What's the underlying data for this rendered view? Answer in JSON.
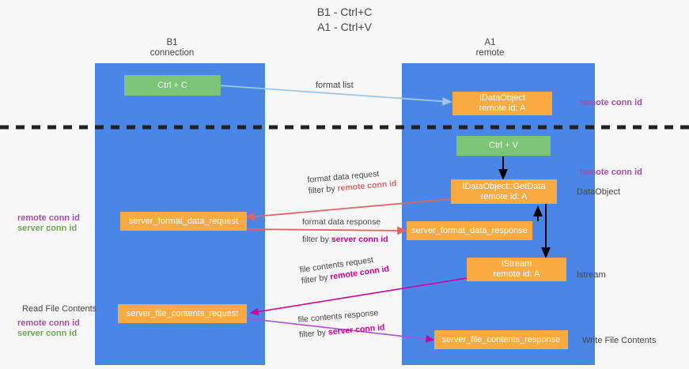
{
  "title": {
    "line1": "B1 - Ctrl+C",
    "line2": "A1 - Ctrl+V"
  },
  "columns": [
    {
      "name": "B1",
      "role": "connection"
    },
    {
      "name": "A1",
      "role": "remote"
    }
  ],
  "boxes": {
    "ctrl_c": "Ctrl + C",
    "ctrl_v": "Ctrl + V",
    "idataobject_title": "IDataObject",
    "idataobject_sub": "remote id: A",
    "getdata_title": "IDataObject::GetData",
    "getdata_sub": "remote id: A",
    "istream_title": "IStream",
    "istream_sub": "remote id: A",
    "server_format_data_request": "server_format_data_request",
    "server_format_data_response": "server_format_data_response",
    "server_file_contents_request": "server_file_contents_request",
    "server_file_contents_response": "server_file_contents_response"
  },
  "edges": {
    "format_list": "format list",
    "format_data_request": "format data request",
    "format_data_request_filter_prefix": "filter by ",
    "format_data_request_filter_key": "remote conn id",
    "format_data_response": "format data response",
    "format_data_response_filter_prefix": "filter by ",
    "format_data_response_filter_key": "server conn id",
    "file_contents_request": "file contents request",
    "file_contents_request_filter_prefix": "filter by ",
    "file_contents_request_filter_key": "remote conn id",
    "file_contents_response": "file contents response",
    "file_contents_response_filter_prefix": "filter by ",
    "file_contents_response_filter_key": "server conn id"
  },
  "annotations": {
    "right_remote_conn_id_top": "remote conn id",
    "right_remote_conn_id_mid": "remote conn id",
    "right_dataobject": "DataObject",
    "right_istream": "Istream",
    "right_write_file_contents": "Write File Contents",
    "left_remote_conn_id_mid": "remote conn id",
    "left_server_conn_id_mid": "server conn id",
    "left_read_file_contents": "Read File Contents",
    "left_remote_conn_id_bottom": "remote conn id",
    "left_server_conn_id_bottom": "server conn id"
  },
  "colors": {
    "column": "#4a86e8",
    "green_box": "#7cc576",
    "orange_box": "#f9ab42",
    "purple": "#a64ca6",
    "magenta": "#cc0099",
    "green_text": "#6aa84f",
    "red_arrow": "#e06666",
    "blue_arrow": "#9fc5e8",
    "background": "#f7f7f7"
  }
}
